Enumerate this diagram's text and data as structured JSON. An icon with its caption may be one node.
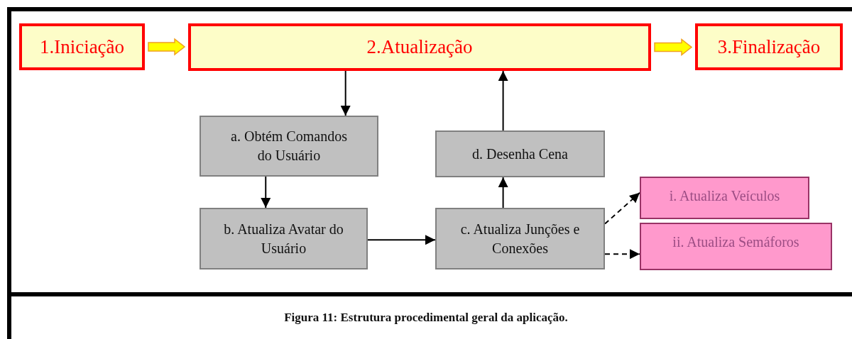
{
  "diagram": {
    "caption": "Figura 11: Estrutura procedimental geral da aplicação.",
    "nodes": [
      {
        "text": [
          "1.Iniciação"
        ]
      },
      {
        "text": [
          "2.Atualização"
        ]
      },
      {
        "text": [
          "3.Finalização"
        ]
      },
      {
        "text": [
          "a. Obtém Comandos do Usuário"
        ]
      },
      {
        "text": [
          "b. Atualiza Avatar do Usuário"
        ]
      },
      {
        "text": [
          "d. Desenha Cena"
        ]
      },
      {
        "text": [
          "c. Atualiza Junções e Conexões"
        ]
      },
      {
        "text": [
          "i. Atualiza Veículos"
        ]
      },
      {
        "text": [
          "ii. Atualiza Semáforos"
        ]
      }
    ],
    "edges": [
      {
        "from": 0,
        "to": 1,
        "arrow": "to",
        "style": "thick",
        "color": "#ffff00"
      },
      {
        "from": 1,
        "to": 2,
        "arrow": "to",
        "style": "thick",
        "color": "#ffff00"
      },
      {
        "from": 1,
        "to": 3,
        "arrow": "to"
      },
      {
        "from": 3,
        "to": 4,
        "arrow": "to"
      },
      {
        "from": 4,
        "to": 6,
        "arrow": "to"
      },
      {
        "from": 6,
        "to": 5,
        "arrow": "to"
      },
      {
        "from": 5,
        "to": 1,
        "arrow": "to"
      },
      {
        "from": 6,
        "to": 7,
        "arrow": "to",
        "style": "dashed"
      },
      {
        "from": 6,
        "to": 8,
        "arrow": "to",
        "style": "dashed"
      }
    ]
  }
}
